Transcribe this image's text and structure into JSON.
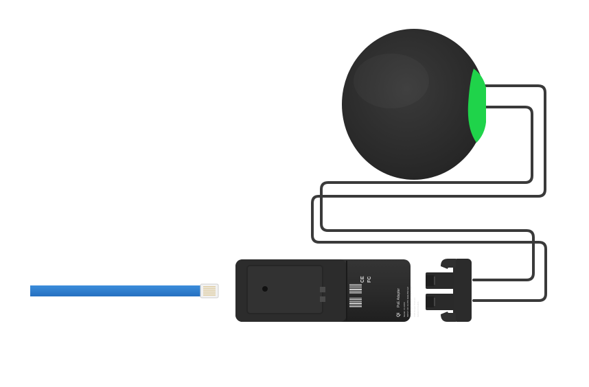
{
  "product_photo": {
    "adapter_label": {
      "brand": "Qi",
      "product_name": "PoE Adapter",
      "model_line": "Model: XX-1000",
      "input_line": "INPUT: DC 44-57V  IEEE 802.3af",
      "output_line_1": "USB Output: 5V/2.4A  12W Power",
      "output_line_2": "USB Output: 5V/2.4A",
      "origin": "MADE IN CHINA",
      "cert_ce": "CE",
      "cert_fcc": "FC"
    },
    "colors": {
      "background": "#ffffff",
      "charger_body": "#2e2e2e",
      "charger_led": "#1fd34a",
      "cable": "#3a3a3a",
      "ethernet_cable": "#2f7fd1",
      "adapter_body": "#2b2b2b"
    }
  }
}
